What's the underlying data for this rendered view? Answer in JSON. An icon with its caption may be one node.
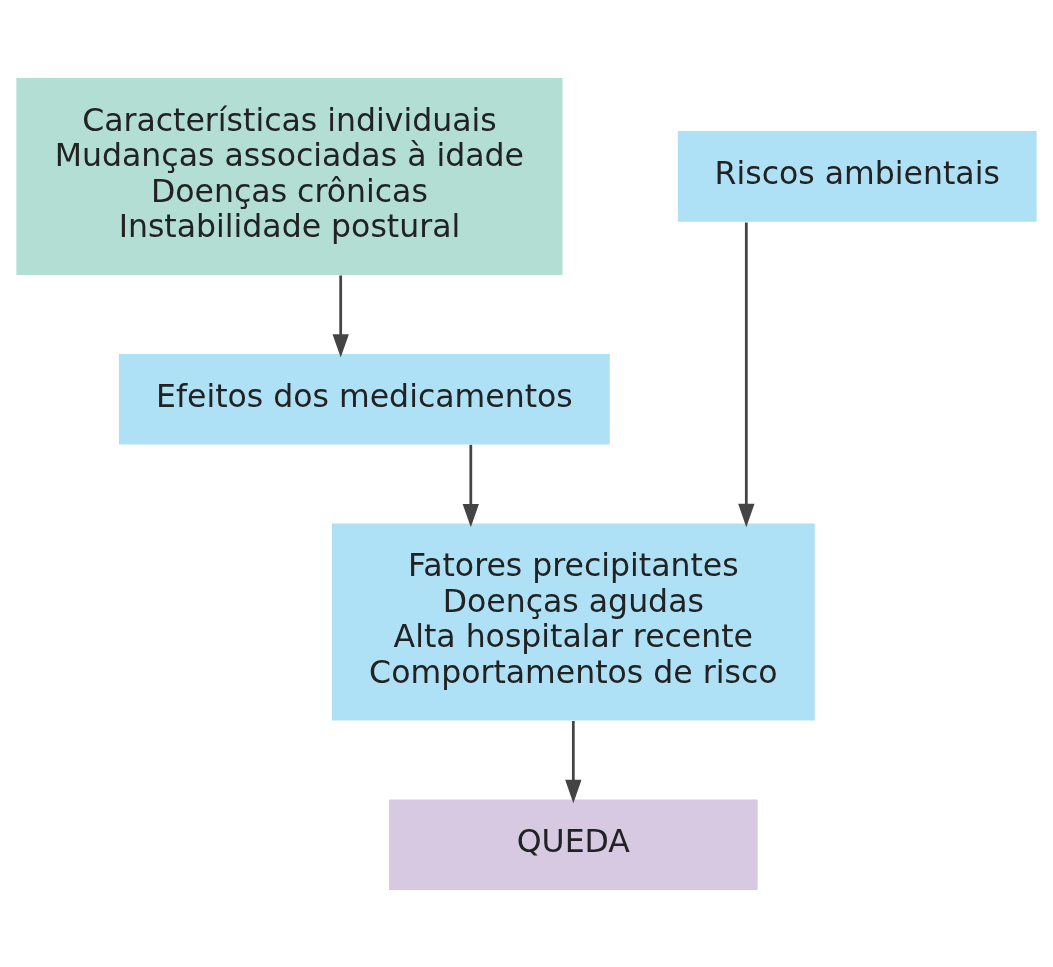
{
  "diagram": {
    "nodes": [
      {
        "text": [
          "Características individuais",
          "Mudanças associadas à idade",
          "Doenças crônicas",
          "Instabilidade postural"
        ]
      },
      {
        "text": [
          "Riscos ambientais"
        ]
      },
      {
        "text": [
          "Efeitos dos medicamentos"
        ]
      },
      {
        "text": [
          "Fatores precipitantes",
          "Doenças agudas",
          "Alta hospitalar recente",
          "Comportamentos de risco"
        ]
      },
      {
        "text": [
          "QUEDA"
        ]
      }
    ],
    "edges": [
      {
        "from": 0,
        "to": 2,
        "arrow": "to"
      },
      {
        "from": 2,
        "to": 3,
        "arrow": "to"
      },
      {
        "from": 1,
        "to": 3,
        "arrow": "to"
      },
      {
        "from": 3,
        "to": 4,
        "arrow": "to"
      }
    ]
  }
}
